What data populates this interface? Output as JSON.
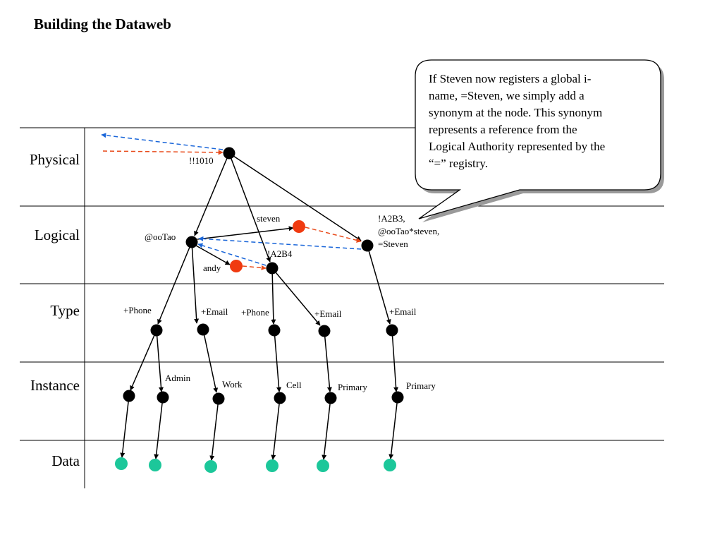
{
  "title": "Building the Dataweb",
  "colors": {
    "node_black": "#000000",
    "node_red": "#f03a10",
    "node_green": "#1cc79a",
    "arrow_red": "#e84a1a",
    "arrow_blue": "#1a66d9",
    "callout_fill": "#ffffff",
    "callout_shadow": "#9a9a9a"
  },
  "layers": [
    "Physical",
    "Logical",
    "Type",
    "Instance",
    "Data"
  ],
  "labels": {
    "physical_id": "!!1010",
    "steven": "steven",
    "ootao": "@ooTao",
    "andy": "andy",
    "a2b4": "!A2B4",
    "a2b3_lines": [
      "!A2B3,",
      "@ooTao*steven,",
      "=Steven"
    ],
    "type_labels": [
      "+Phone",
      "+Email",
      "+Phone",
      "+Email",
      "+Email"
    ],
    "instance_labels": [
      "Admin",
      "Work",
      "Cell",
      "Primary",
      "Primary"
    ]
  },
  "callout": {
    "lines": [
      "If Steven now registers a global i-",
      "name, =Steven, we simply add a",
      "synonym at the node. This synonym",
      "represents a reference from the",
      "Logical Authority represented by the",
      "“=” registry."
    ]
  }
}
